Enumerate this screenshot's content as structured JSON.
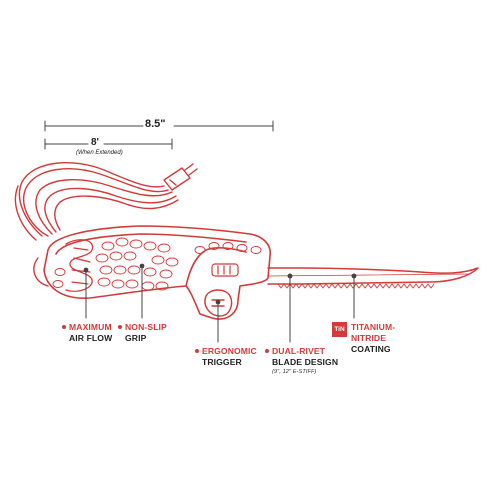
{
  "dimensions": {
    "overall_length": "8.5\"",
    "cord_length": "8'",
    "cord_note": "(When Extended)"
  },
  "callouts": [
    {
      "line1": "MAXIMUM",
      "line2": "AIR FLOW"
    },
    {
      "line1": "NON-SLIP",
      "line2": "GRIP"
    },
    {
      "line1": "ERGONOMIC",
      "line2": "TRIGGER"
    },
    {
      "line1": "DUAL-RIVET",
      "line2": "BLADE DESIGN",
      "note": "(9\", 12\" E-STIFF)"
    },
    {
      "line1": "TITANIUM-",
      "line1b": "NITRIDE",
      "line2": "COATING",
      "badge": "TiN"
    }
  ],
  "colors": {
    "accent": "#d43a3a",
    "text": "#222222",
    "line_art": "#d43a3a"
  },
  "icons": [
    "electric-fillet-knife-illustration",
    "power-cord-icon",
    "tin-badge-icon"
  ]
}
